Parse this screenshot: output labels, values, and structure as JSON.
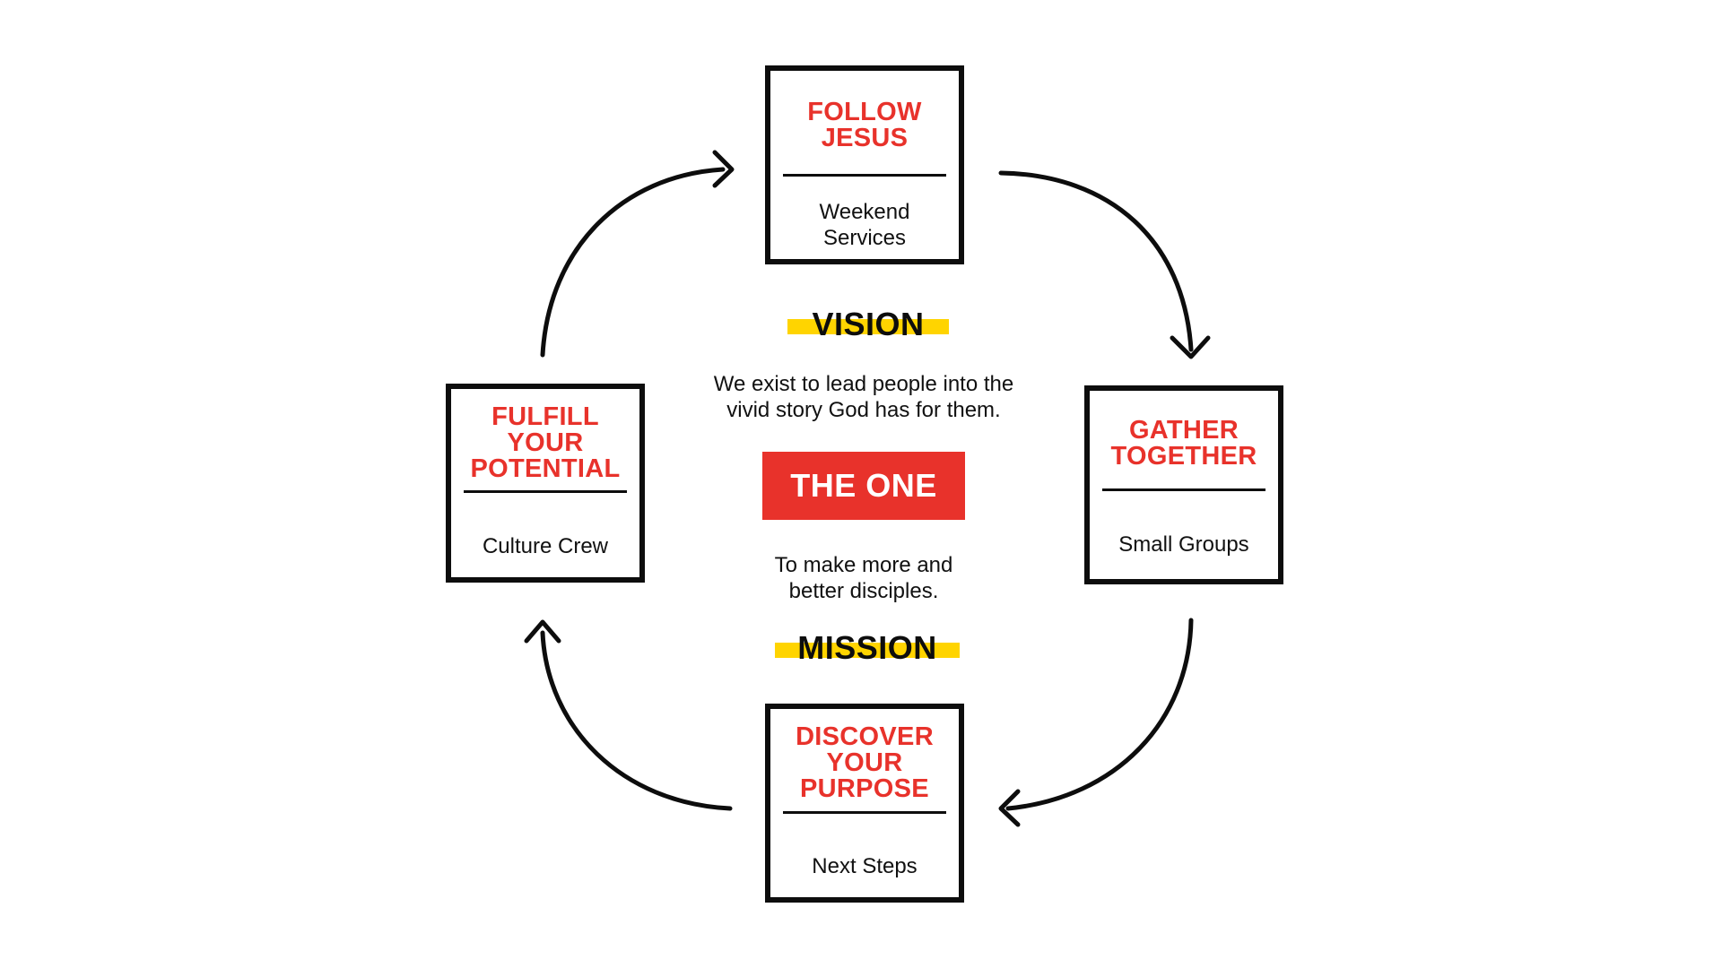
{
  "diagram": {
    "colors": {
      "accent_red": "#e8322b",
      "highlight_yellow": "#ffd400",
      "ink": "#0d0d0d"
    },
    "steps": [
      {
        "title": "FOLLOW JESUS",
        "title_lines": [
          "FOLLOW",
          "JESUS"
        ],
        "subtitle_lines": [
          "Weekend",
          "Services"
        ]
      },
      {
        "title": "GATHER TOGETHER",
        "title_lines": [
          "GATHER",
          "TOGETHER"
        ],
        "subtitle_lines": [
          "Small Groups"
        ]
      },
      {
        "title": "DISCOVER YOUR PURPOSE",
        "title_lines": [
          "DISCOVER",
          "YOUR",
          "PURPOSE"
        ],
        "subtitle_lines": [
          "Next Steps"
        ]
      },
      {
        "title": "FULFILL YOUR POTENTIAL",
        "title_lines": [
          "FULFILL",
          "YOUR",
          "POTENTIAL"
        ],
        "subtitle_lines": [
          "Culture Crew"
        ]
      }
    ],
    "center": {
      "vision_label": "VISION",
      "vision_lines": [
        "We exist to lead people into the",
        "vivid story God has for them."
      ],
      "core_label": "THE ONE",
      "mission_lines": [
        "To make more and",
        "better disciples."
      ],
      "mission_label": "MISSION"
    }
  }
}
